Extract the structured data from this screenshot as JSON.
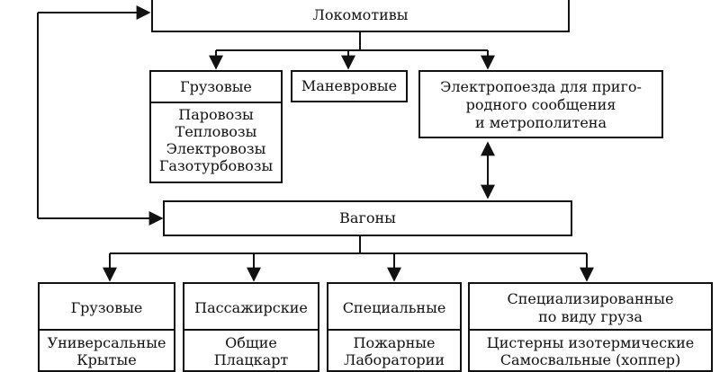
{
  "locomotives": {
    "title": "Локомотивы",
    "freight": {
      "title": "Грузовые",
      "items": [
        "Паровозы",
        "Тепловозы",
        "Электровозы",
        "Газотурбовозы"
      ]
    },
    "shunting": {
      "title": "Маневровые"
    },
    "electric_trains": {
      "lines": [
        "Электропоезда для приго-",
        "родного сообщения",
        "и метрополитена"
      ]
    }
  },
  "wagons": {
    "title": "Вагоны",
    "freight": {
      "title": "Грузовые",
      "items": [
        "Универсальные",
        "Крытые"
      ]
    },
    "passenger": {
      "title": "Пассажирские",
      "items": [
        "Общие",
        "Плацкарт"
      ]
    },
    "special": {
      "title": "Специальные",
      "items": [
        "Пожарные",
        "Лаборатории"
      ]
    },
    "specialized": {
      "title_lines": [
        "Специализированные",
        "по виду груза"
      ],
      "items": [
        "Цистерны изотермические",
        "Самосвальные (хоппер)"
      ]
    }
  }
}
